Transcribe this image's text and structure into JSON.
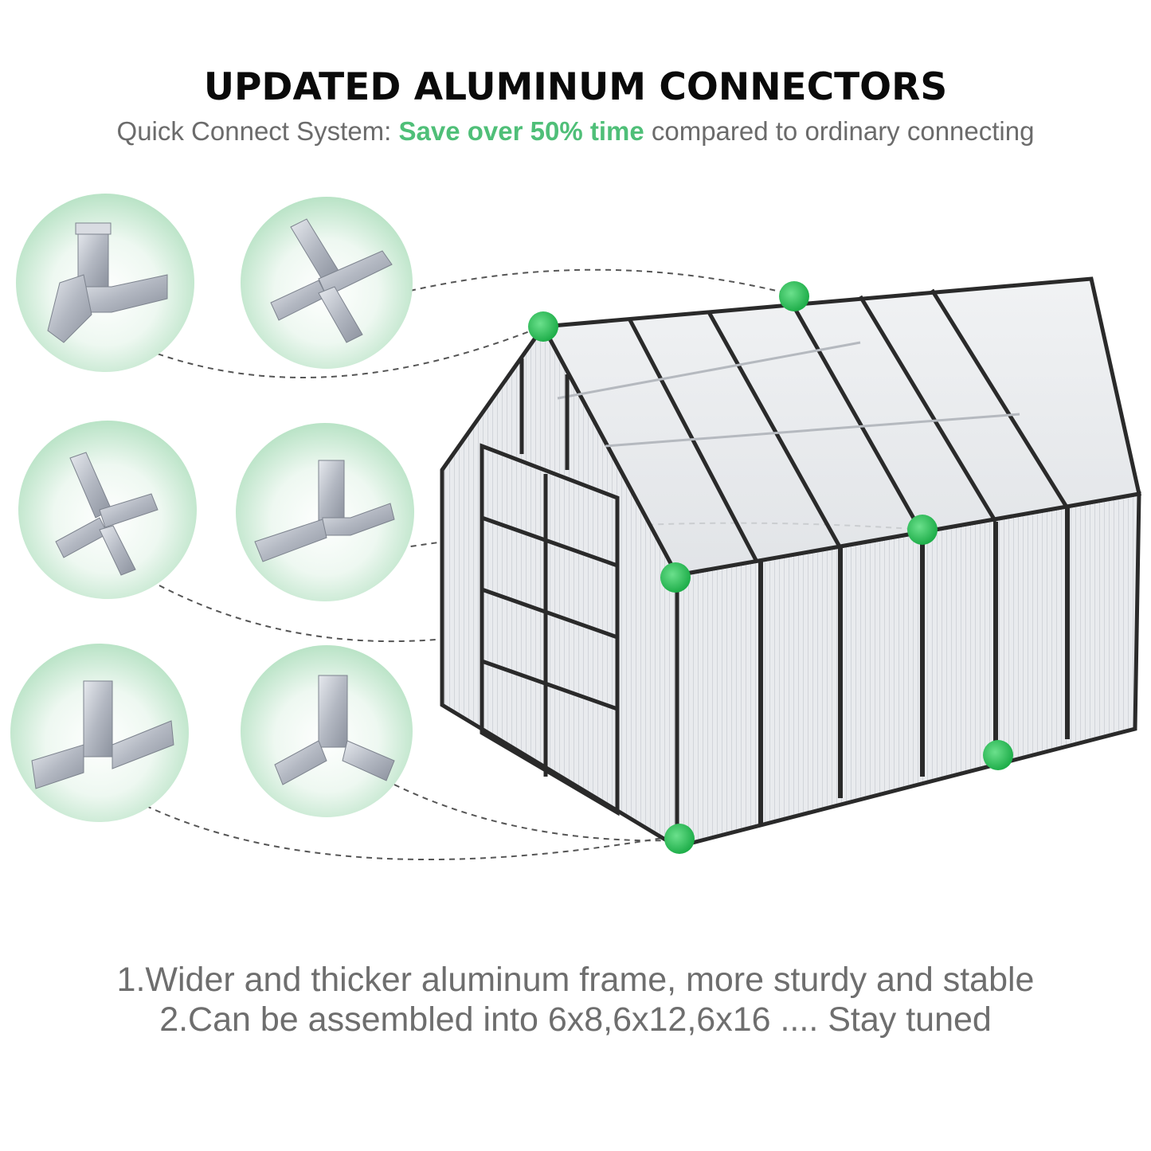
{
  "header": {
    "title": "UPDATED ALUMINUM CONNECTORS",
    "subtitle_prefix": "Quick Connect System: ",
    "subtitle_highlight": "Save over 50% time",
    "subtitle_suffix": " compared to ordinary connecting"
  },
  "colors": {
    "accent_green": "#4fbf78",
    "marker_green": "#2fbf5a",
    "frame": "#2a2a2a",
    "text_gray": "#6e6e6e"
  },
  "connectors": [
    {
      "icon": "three-way-corner-connector-icon"
    },
    {
      "icon": "four-way-cross-connector-icon"
    },
    {
      "icon": "four-way-cross-connector-icon"
    },
    {
      "icon": "three-way-corner-connector-icon"
    },
    {
      "icon": "t-junction-connector-icon"
    },
    {
      "icon": "three-way-base-connector-icon"
    }
  ],
  "features": [
    "1.Wider and thicker aluminum frame, more sturdy and stable",
    "2.Can be assembled into 6x8,6x12,6x16 .... Stay tuned"
  ]
}
